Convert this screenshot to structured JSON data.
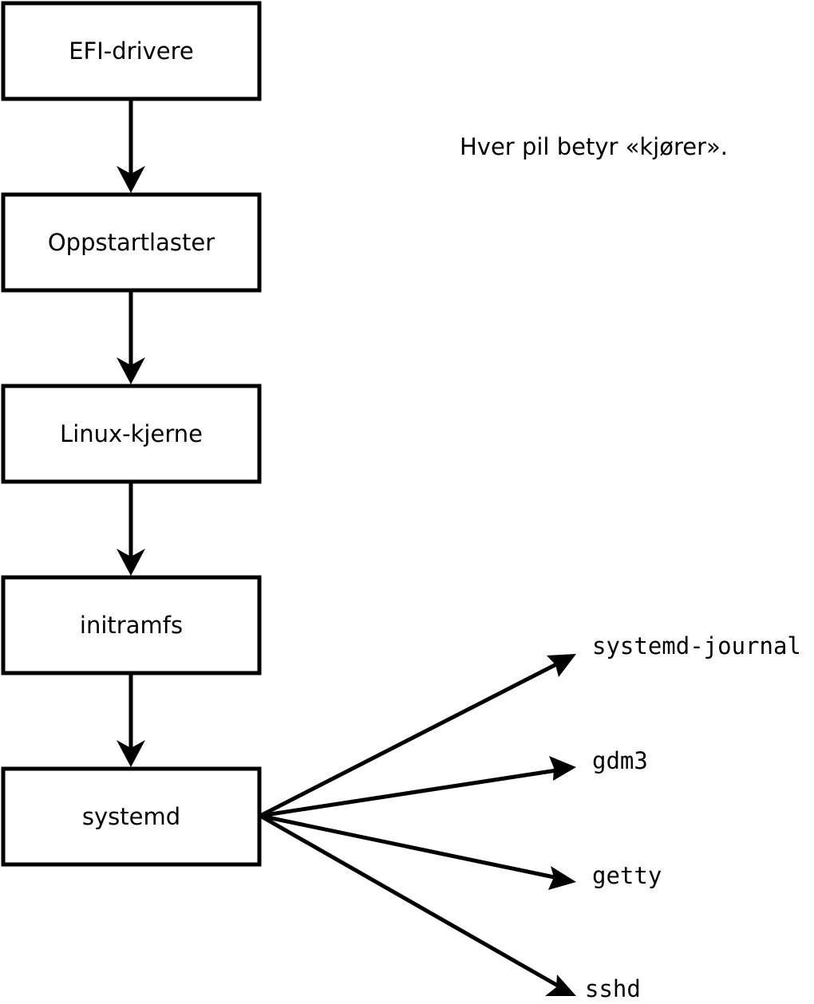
{
  "diagram": {
    "note": "Hver pil betyr «kjører».",
    "chain": [
      {
        "label": "EFI-drivere"
      },
      {
        "label": "Oppstartlaster"
      },
      {
        "label": "Linux-kjerne"
      },
      {
        "label": "initramfs"
      },
      {
        "label": "systemd"
      }
    ],
    "children": [
      {
        "label": "systemd-journal"
      },
      {
        "label": "gdm3"
      },
      {
        "label": "getty"
      },
      {
        "label": "sshd"
      }
    ],
    "colors": {
      "stroke": "#000000",
      "background": "#ffffff"
    }
  }
}
